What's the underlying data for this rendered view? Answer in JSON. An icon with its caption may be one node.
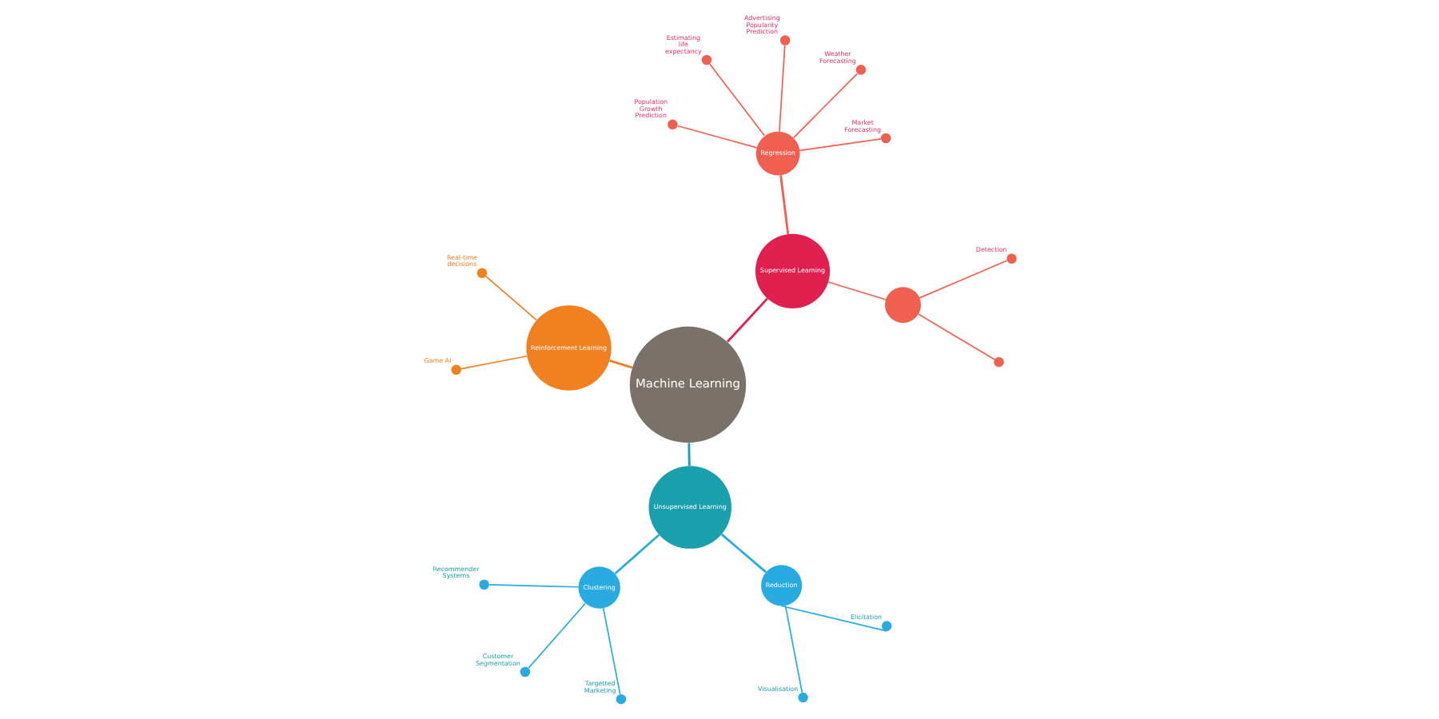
{
  "diagram": {
    "nodes": [
      {
        "text": [
          "Machine Learning"
        ]
      },
      {
        "text": [
          "Unsupervised Learning"
        ]
      },
      {
        "text": [
          "Reduction"
        ]
      },
      {
        "text": [],
        "shape": "circle",
        "beside": [
          "Visualisation"
        ]
      },
      {
        "text": [],
        "shape": "circle",
        "beside": [
          "Elicitation"
        ]
      },
      {
        "text": [
          "Clustering"
        ]
      },
      {
        "text": [],
        "shape": "circle",
        "beside": [
          "Recommender Systems"
        ]
      },
      {
        "text": [],
        "shape": "circle",
        "beside": [
          "Targetted Marketing"
        ]
      },
      {
        "text": [],
        "shape": "circle",
        "beside": [
          "Customer Segmentation"
        ]
      },
      {
        "text": [
          "Supervised Learning"
        ]
      },
      {
        "text": [],
        "shape": "circle"
      },
      {
        "text": [],
        "shape": "circle",
        "beside": [
          "Detection"
        ]
      },
      {
        "text": [],
        "shape": "circle"
      },
      {
        "text": [
          "Regression"
        ]
      },
      {
        "text": [],
        "shape": "circle",
        "beside": [
          "Advertising Popularity Prediction"
        ]
      },
      {
        "text": [],
        "shape": "circle",
        "beside": [
          "Weather Forecasting"
        ]
      },
      {
        "text": [],
        "shape": "circle",
        "beside": [
          "Market Forecasting"
        ]
      },
      {
        "text": [],
        "shape": "circle",
        "beside": [
          "Estimating life expectancy"
        ]
      },
      {
        "text": [],
        "shape": "circle",
        "beside": [
          "Population Growth Prediction"
        ]
      },
      {
        "text": [
          "Reinforcement Learning"
        ]
      },
      {
        "text": [],
        "shape": "circle",
        "beside": [
          "Real-time decisions"
        ]
      },
      {
        "text": [],
        "shape": "circle",
        "beside": [
          "Game AI"
        ]
      }
    ],
    "edges": [
      {
        "from": 0,
        "to": 1,
        "arrow": "none",
        "color": "#1a9fad"
      },
      {
        "from": 1,
        "to": 2,
        "arrow": "none",
        "color": "#29abe2"
      },
      {
        "from": 2,
        "to": 3,
        "arrow": "none",
        "color": "#29abe2"
      },
      {
        "from": 2,
        "to": 4,
        "arrow": "none",
        "color": "#29abe2"
      },
      {
        "from": 1,
        "to": 5,
        "arrow": "none",
        "color": "#29abe2"
      },
      {
        "from": 5,
        "to": 6,
        "arrow": "none",
        "color": "#29abe2"
      },
      {
        "from": 5,
        "to": 7,
        "arrow": "none",
        "color": "#29abe2"
      },
      {
        "from": 5,
        "to": 8,
        "arrow": "none",
        "color": "#29abe2"
      },
      {
        "from": 0,
        "to": 9,
        "arrow": "none",
        "color": "#e0204f"
      },
      {
        "from": 9,
        "to": 10,
        "arrow": "none"
      },
      {
        "from": 10,
        "to": 11,
        "arrow": "none"
      },
      {
        "from": 10,
        "to": 12,
        "arrow": "none"
      },
      {
        "from": 9,
        "to": 13,
        "arrow": "none"
      },
      {
        "from": 13,
        "to": 14,
        "arrow": "none"
      },
      {
        "from": 13,
        "to": 15,
        "arrow": "none"
      },
      {
        "from": 13,
        "to": 16,
        "arrow": "none"
      },
      {
        "from": 13,
        "to": 17,
        "arrow": "none"
      },
      {
        "from": 13,
        "to": 18,
        "arrow": "none"
      },
      {
        "from": 0,
        "to": 19,
        "arrow": "none",
        "color": "#f08020"
      },
      {
        "from": 19,
        "to": 20,
        "arrow": "none",
        "color": "#f08020"
      },
      {
        "from": 19,
        "to": 21,
        "arrow": "none",
        "color": "#f08020"
      }
    ]
  }
}
